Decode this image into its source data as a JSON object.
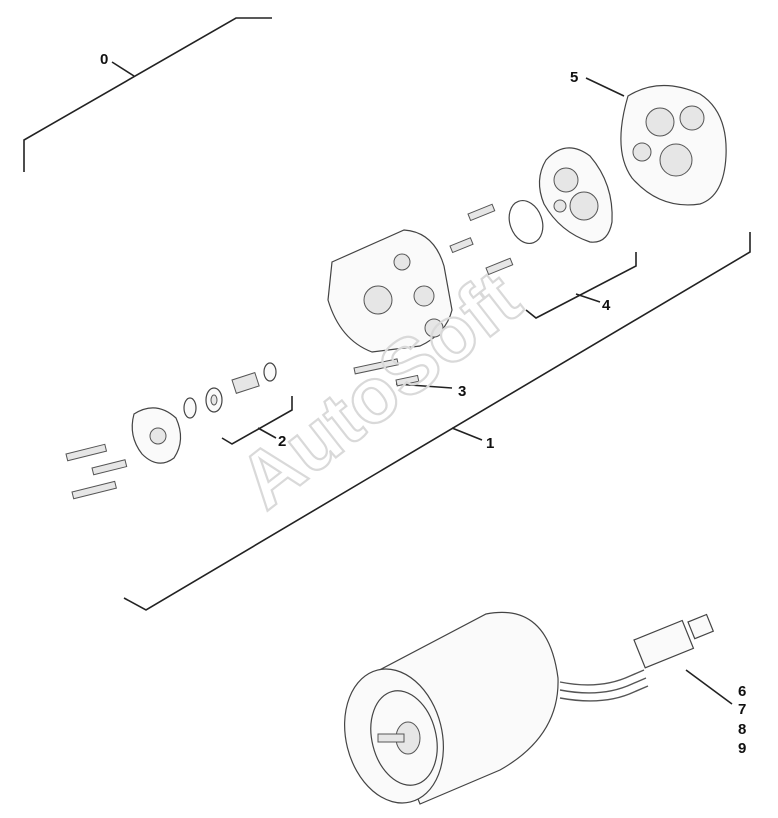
{
  "diagram": {
    "callouts": {
      "c0": "0",
      "c1": "1",
      "c2": "2",
      "c3": "3",
      "c4": "4",
      "c5": "5",
      "c6": "6",
      "c7": "7",
      "c8": "8",
      "c9": "9"
    },
    "watermark": "AutoSoft"
  },
  "colors": {
    "line": "#222222",
    "part_stroke": "#444444",
    "watermark": "#d9d9d9",
    "background": "#ffffff"
  }
}
